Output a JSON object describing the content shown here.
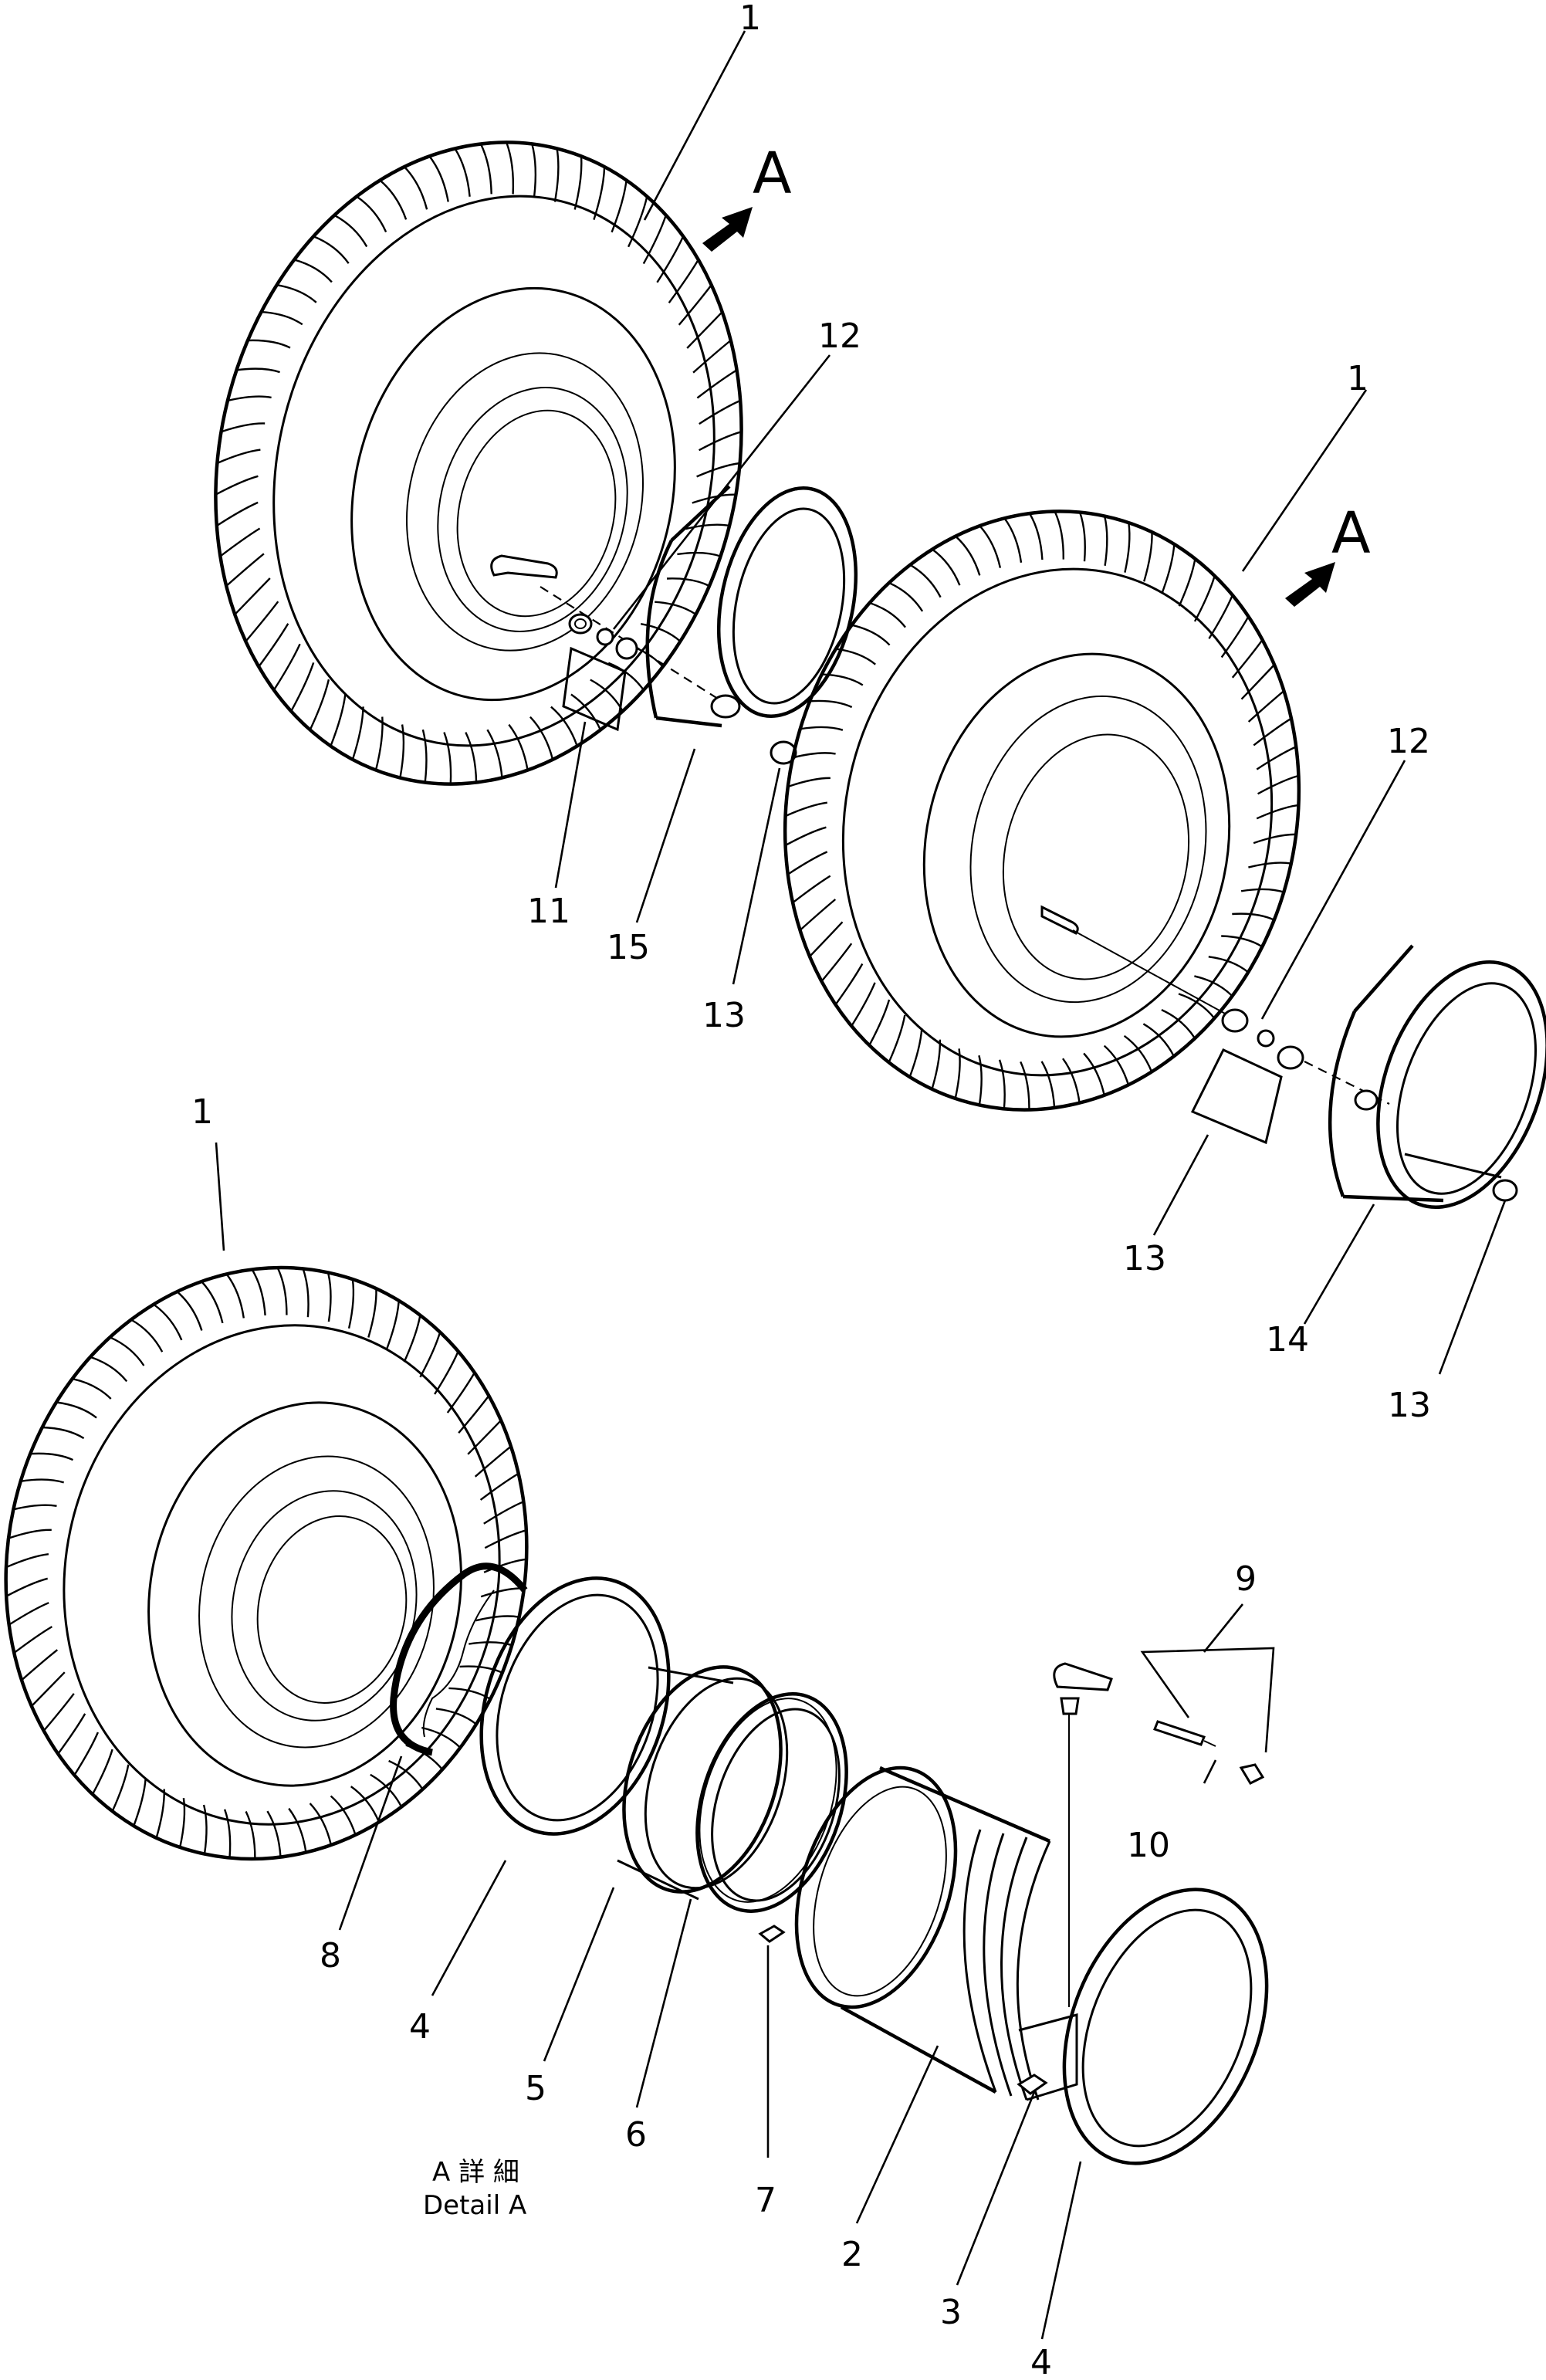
{
  "callouts": {
    "c_top_1": "1",
    "c_top_A": "A",
    "c_top_12": "12",
    "c_top_11": "11",
    "c_top_15": "15",
    "c_top_13": "13",
    "c_mid_1": "1",
    "c_mid_A": "A",
    "c_mid_12": "12",
    "c_mid_13a": "13",
    "c_mid_14": "14",
    "c_mid_13b": "13",
    "c_det_1": "1",
    "c_det_9": "9",
    "c_det_10": "10",
    "c_det_8": "8",
    "c_det_4a": "4",
    "c_det_5": "5",
    "c_det_6": "6",
    "c_det_7": "7",
    "c_det_2": "2",
    "c_det_3": "3",
    "c_det_4b": "4"
  },
  "caption": {
    "jp": "A 詳 細",
    "en": "Detail A"
  },
  "icons": [
    "arrow-icon",
    "tire-icon",
    "valve-icon",
    "nut-icon"
  ],
  "colors": {
    "ink": "#000000",
    "paper": "#ffffff"
  }
}
